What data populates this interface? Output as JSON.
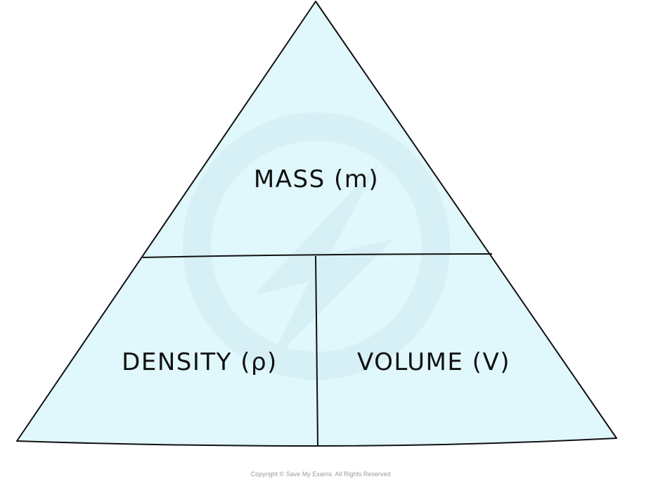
{
  "diagram": {
    "top_section": {
      "label": "MASS (m)"
    },
    "bottom_left_section": {
      "label": "DENSITY (ρ)"
    },
    "bottom_right_section": {
      "label": "VOLUME (V)"
    },
    "fill_color": "#e0f7fb",
    "line_color": "#111111"
  },
  "footer": {
    "copyright": "Copyright © Save My Exams. All Rights Reserved"
  },
  "watermark": {
    "icon": "save-my-exams-logo-icon"
  }
}
